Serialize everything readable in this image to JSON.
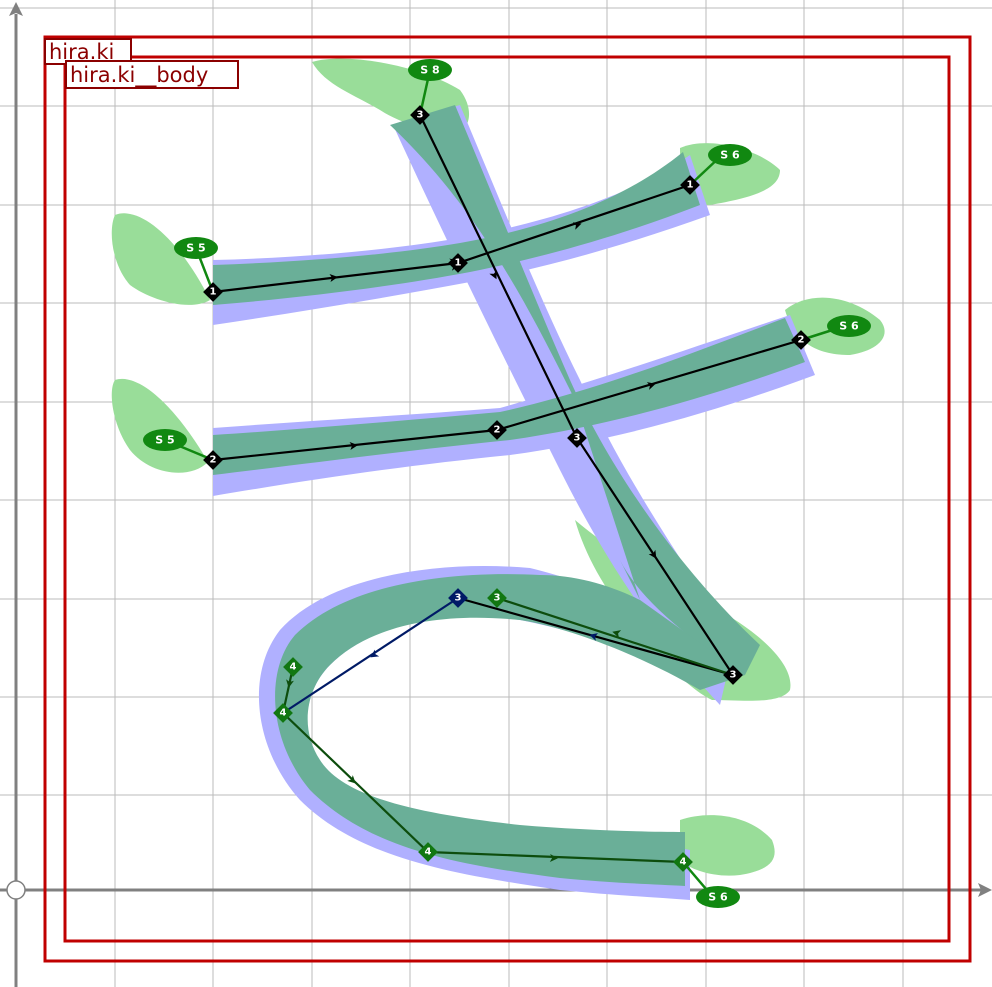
{
  "frames": {
    "outer_label": "hira.ki",
    "inner_label": "hira.ki__body"
  },
  "strokes": [
    {
      "id": "1",
      "start_style": "S 5",
      "end_style": "S 6",
      "points": [
        {
          "label": "1"
        },
        {
          "label": "1"
        },
        {
          "label": "1"
        }
      ]
    },
    {
      "id": "2",
      "start_style": "S 5",
      "end_style": "S 6",
      "points": [
        {
          "label": "2"
        },
        {
          "label": "2"
        },
        {
          "label": "2"
        }
      ]
    },
    {
      "id": "3",
      "start_style": "S 8",
      "points": [
        {
          "label": "3"
        },
        {
          "label": "3"
        },
        {
          "label": "3"
        },
        {
          "label": "3"
        },
        {
          "label": "3"
        }
      ]
    },
    {
      "id": "4",
      "end_style": "S 6",
      "points": [
        {
          "label": "4"
        },
        {
          "label": "4"
        },
        {
          "label": "4"
        },
        {
          "label": "4"
        }
      ]
    }
  ],
  "colors": {
    "grid": "#bbbbbb",
    "axis": "#808080",
    "frame": "#c00000",
    "label_box": "#8b0000",
    "blue_band": "#b0b0ff",
    "teal_body": "#6aaf98",
    "green_blob": "#99dd99",
    "bubble": "#118811",
    "node_black": "#000000",
    "node_navy": "#001a66",
    "node_green": "#117711"
  }
}
